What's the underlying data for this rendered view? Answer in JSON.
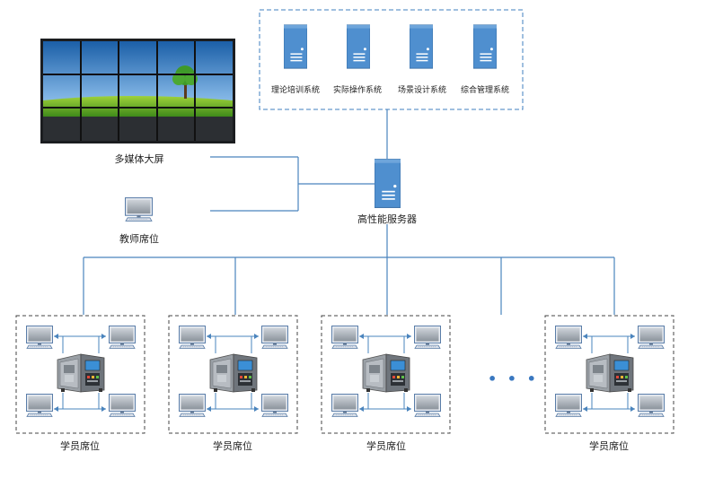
{
  "systems": [
    {
      "label": "理论培训系统"
    },
    {
      "label": "实际操作系统"
    },
    {
      "label": "场景设计系统"
    },
    {
      "label": "综合管理系统"
    }
  ],
  "server": {
    "label": "高性能服务器"
  },
  "screen": {
    "label": "多媒体大屏"
  },
  "teacher": {
    "label": "教师席位"
  },
  "groups": [
    {
      "label": "学员席位"
    },
    {
      "label": "学员席位"
    },
    {
      "label": "学员席位"
    },
    {
      "label": "学员席位"
    }
  ],
  "ellipsis": "• • •",
  "colors": {
    "server_blue": "#4f8fcf",
    "line": "#4a84bd",
    "dash_blue": "#3f7fbf",
    "dash_gray": "#444444"
  }
}
